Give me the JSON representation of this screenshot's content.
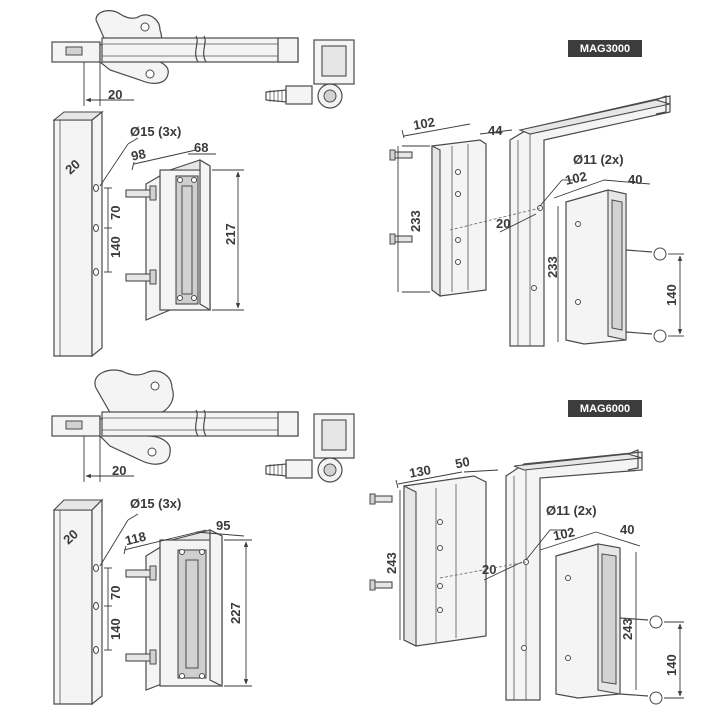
{
  "panels": [
    {
      "id": "mag3000",
      "badge": "MAG3000",
      "hinge_dim": "20",
      "post_dim": "20",
      "hole_label": "Ø15 (3x)",
      "bracket_width": "98",
      "bracket_depth": "68",
      "hole_spacing_top": "70",
      "hole_spacing_bottom": "140",
      "bracket_height": "217",
      "magnet_width": "102",
      "magnet_depth": "44",
      "frame_hole_label": "Ø11 (2x)",
      "frame_offset": "20",
      "armature_width": "102",
      "armature_depth": "40",
      "magnet_height": "233",
      "armature_height": "233",
      "armature_hole_spacing": "140"
    },
    {
      "id": "mag6000",
      "badge": "MAG6000",
      "hinge_dim": "20",
      "post_dim": "20",
      "hole_label": "Ø15 (3x)",
      "bracket_width": "118",
      "bracket_depth": "95",
      "hole_spacing_top": "70",
      "hole_spacing_bottom": "140",
      "bracket_height": "227",
      "magnet_width": "130",
      "magnet_depth": "50",
      "frame_hole_label": "Ø11 (2x)",
      "frame_offset": "20",
      "armature_width": "102",
      "armature_depth": "40",
      "magnet_height": "243",
      "armature_height": "243",
      "armature_hole_spacing": "140"
    }
  ]
}
